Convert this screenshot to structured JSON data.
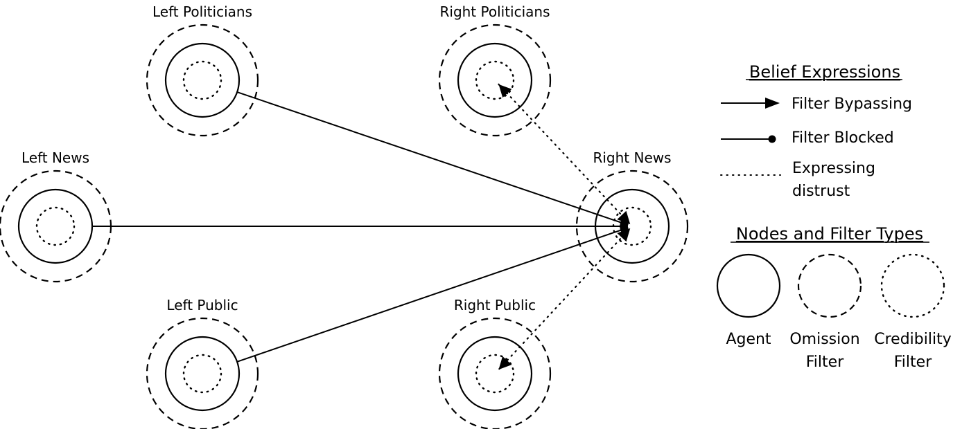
{
  "nodes": [
    {
      "id": "left-politicians",
      "label": "Left Politicians"
    },
    {
      "id": "right-politicians",
      "label": "Right Politicians"
    },
    {
      "id": "left-news",
      "label": "Left News"
    },
    {
      "id": "right-news",
      "label": "Right News"
    },
    {
      "id": "left-public",
      "label": "Left Public"
    },
    {
      "id": "right-public",
      "label": "Right Public"
    }
  ],
  "edges": [
    {
      "from": "left-politicians",
      "to": "right-news",
      "type": "filter-blocked"
    },
    {
      "from": "left-news",
      "to": "right-news",
      "type": "filter-blocked"
    },
    {
      "from": "left-public",
      "to": "right-news",
      "type": "filter-blocked"
    },
    {
      "from": "right-news",
      "to": "right-politicians",
      "type": "expressing-distrust"
    },
    {
      "from": "right-news",
      "to": "right-public",
      "type": "expressing-distrust"
    }
  ],
  "legend": {
    "belief_title": "Belief Expressions",
    "bypassing": "Filter Bypassing",
    "blocked": "Filter Blocked",
    "distrust_line1": "Expressing",
    "distrust_line2": "distrust",
    "nodes_title": "Nodes and Filter Types",
    "agent": "Agent",
    "omission_line1": "Omission",
    "omission_line2": "Filter",
    "credibility_line1": "Credibility",
    "credibility_line2": "Filter"
  }
}
